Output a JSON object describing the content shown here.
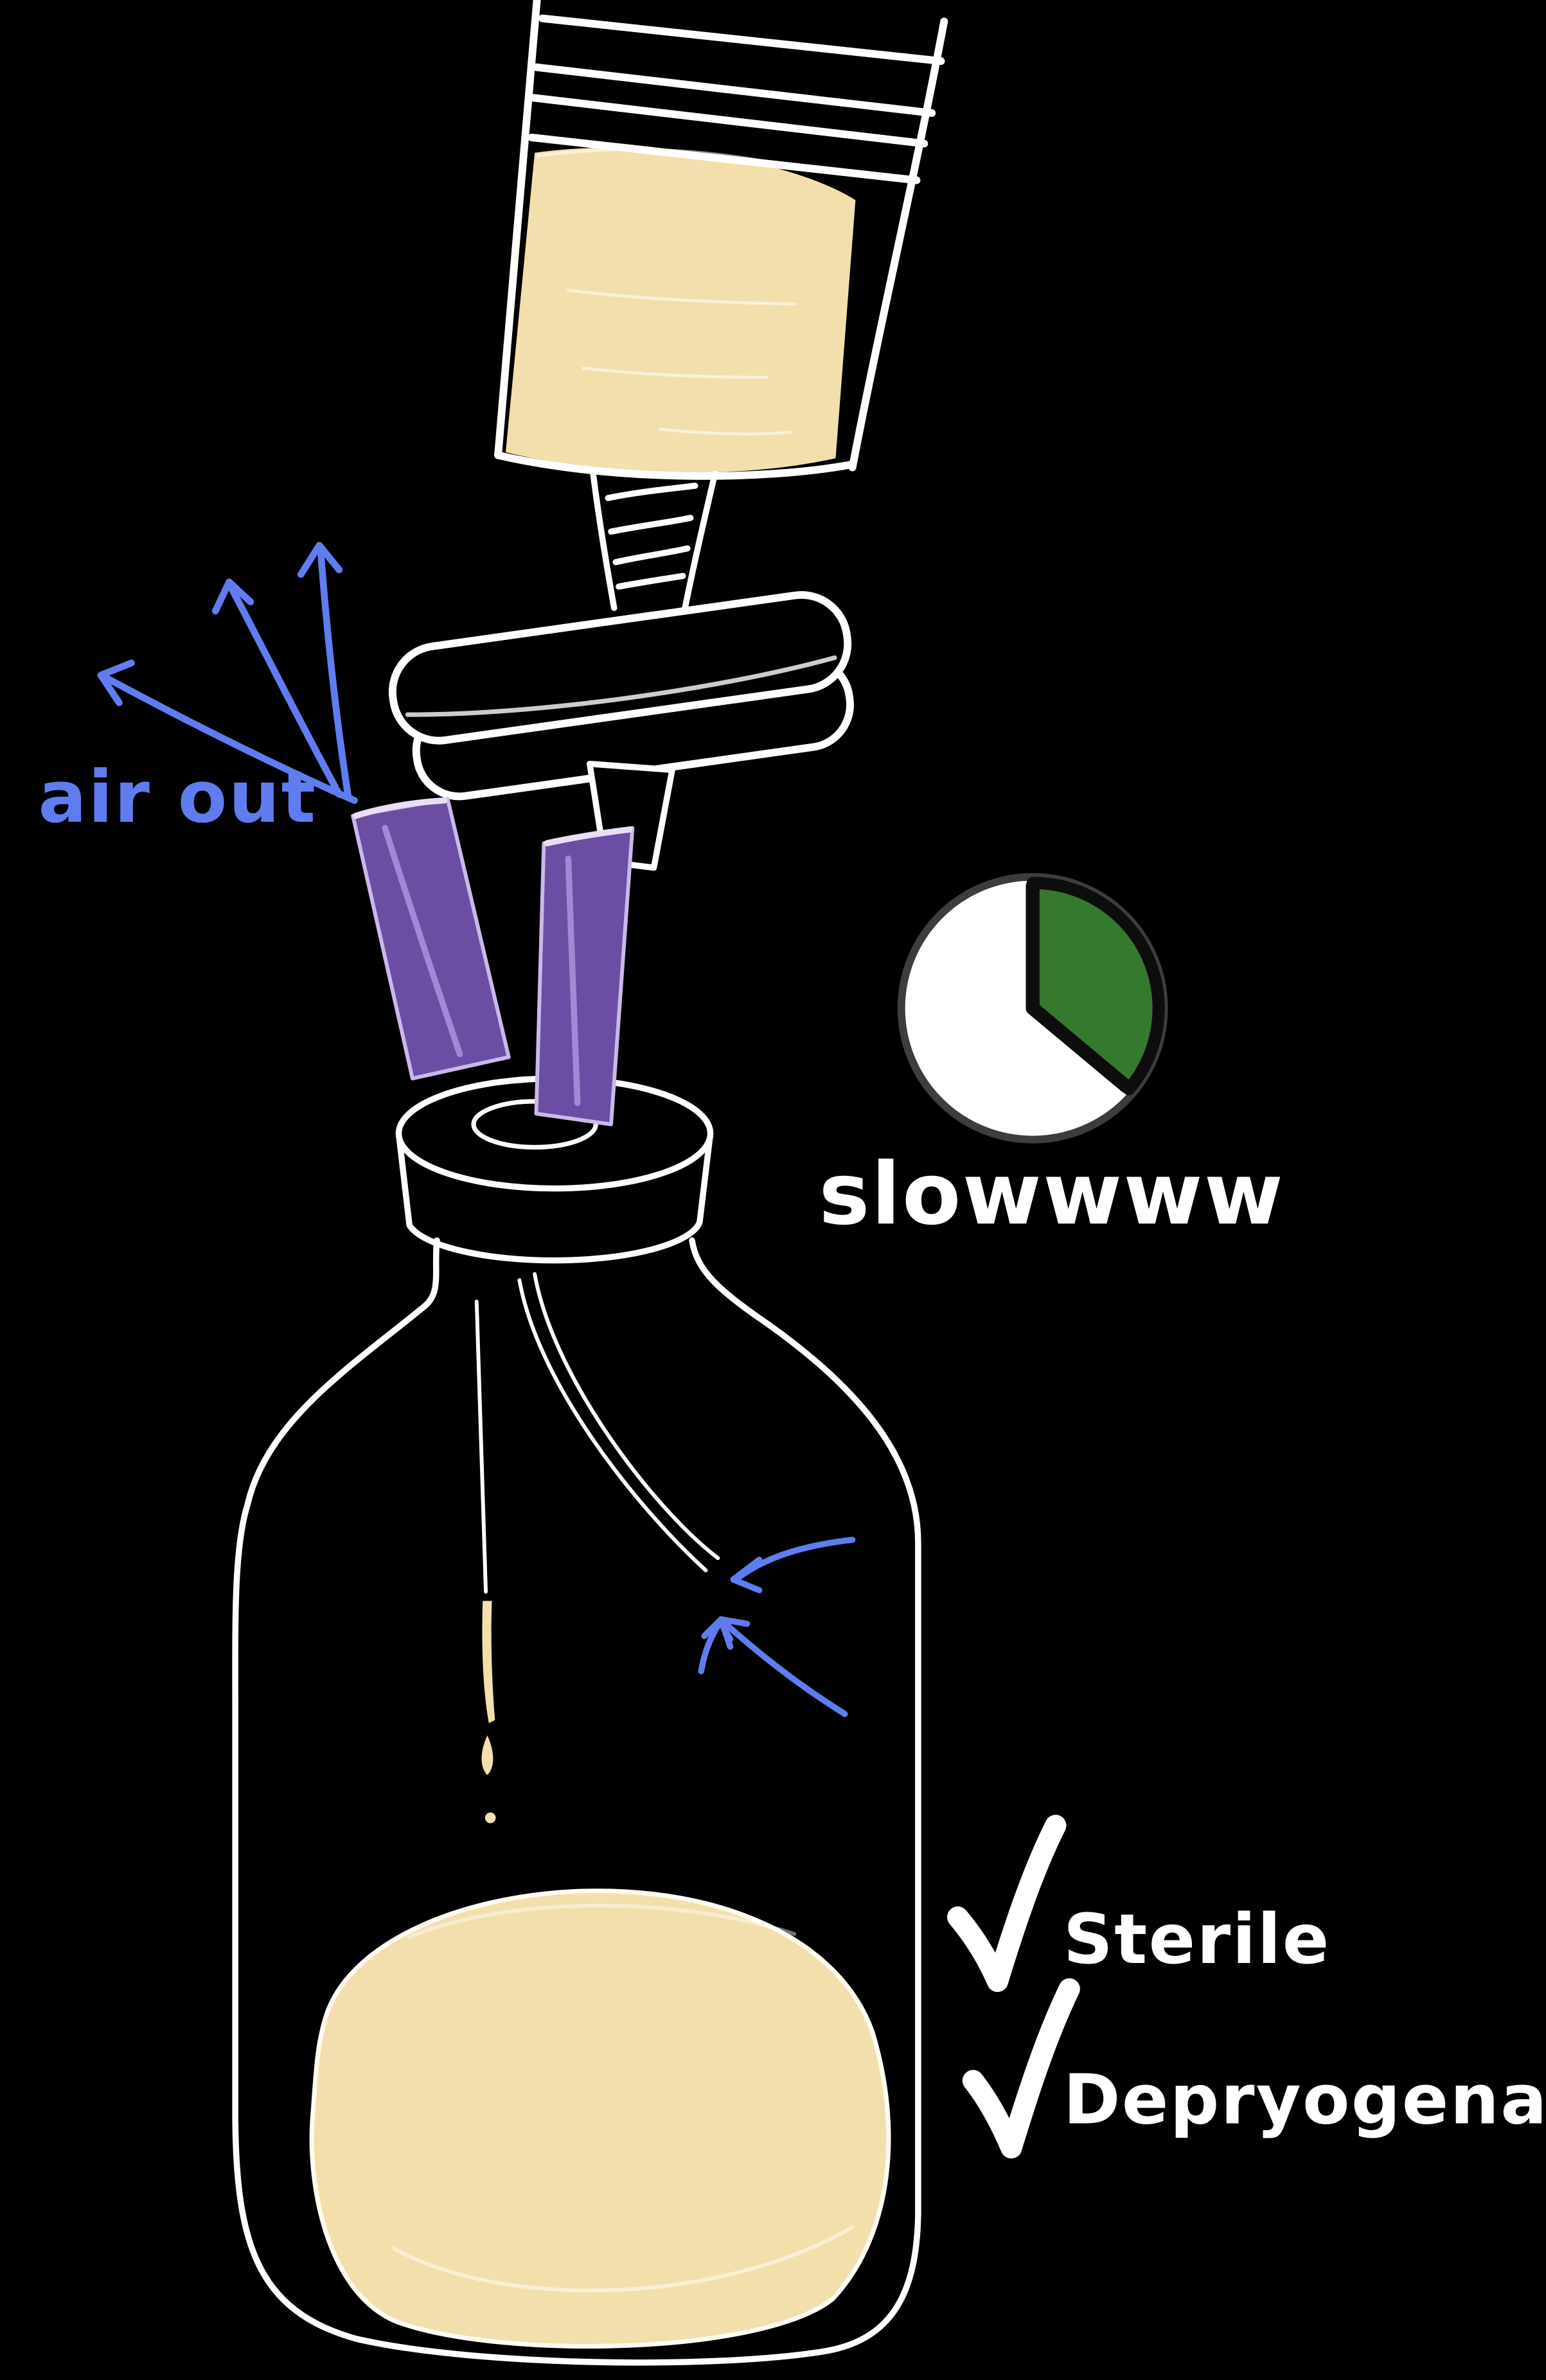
{
  "page": {
    "background": "#000000"
  },
  "diagram": {
    "labels": {
      "air_out": "air out",
      "slow": "slowwww",
      "sterile": "Sterile",
      "depyrogenated": "Depryogenated"
    },
    "colors": {
      "background": "#000000",
      "line_white": "#ffffff",
      "liquid_cream": "#f2dfab",
      "needle_purple": "#6c4da4",
      "needle_purple_light": "#a289d6",
      "arrow_blue": "#5f7df0",
      "clock_green": "#35792e",
      "clock_ring": "#3d3d3d",
      "clock_hands": "#0d0d0d",
      "clock_face": "#ffffff",
      "check_white": "#ffffff"
    },
    "icons": {
      "clock": "timer-clock-icon",
      "checkmark_1": "checkmark-icon",
      "checkmark_2": "checkmark-icon"
    }
  }
}
